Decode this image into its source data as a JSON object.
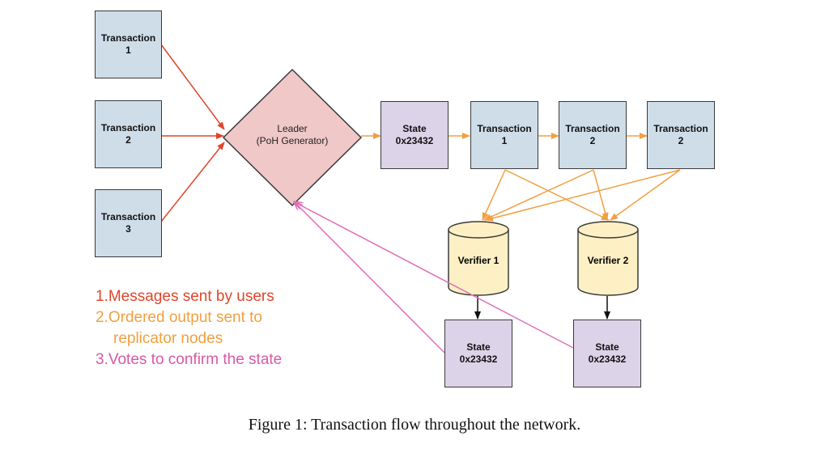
{
  "left_transactions": [
    {
      "line1": "Transaction",
      "line2": "1"
    },
    {
      "line1": "Transaction",
      "line2": "2"
    },
    {
      "line1": "Transaction",
      "line2": "3"
    }
  ],
  "leader": {
    "line1": "Leader",
    "line2": "(PoH Generator)"
  },
  "state_top": {
    "line1": "State",
    "line2": "0x23432"
  },
  "pipeline_transactions": [
    {
      "line1": "Transaction",
      "line2": "1"
    },
    {
      "line1": "Transaction",
      "line2": "2"
    },
    {
      "line1": "Transaction",
      "line2": "2"
    }
  ],
  "verifiers": [
    {
      "label": "Verifier 1"
    },
    {
      "label": "Verifier 2"
    }
  ],
  "verifier_states": [
    {
      "line1": "State",
      "line2": "0x23432"
    },
    {
      "line1": "State",
      "line2": "0x23432"
    }
  ],
  "legend": [
    {
      "number": "1.",
      "text": "Messages sent by users",
      "color": "#e0452a"
    },
    {
      "number": "2.",
      "text": "Ordered output sent to",
      "text2": "replicator nodes",
      "color": "#f0a040"
    },
    {
      "number": "3.",
      "text": "Votes to confirm the state",
      "color": "#d65aa6"
    }
  ],
  "caption": "Figure 1:  Transaction flow throughout the network.",
  "colors": {
    "users": "#e0452a",
    "ordered": "#f0a040",
    "votes": "#e070b8",
    "transaction_fill": "#cfdde9",
    "state_fill": "#ddd3e8",
    "leader_fill": "#f0c8c8",
    "verifier_fill": "#fdf0c4"
  }
}
